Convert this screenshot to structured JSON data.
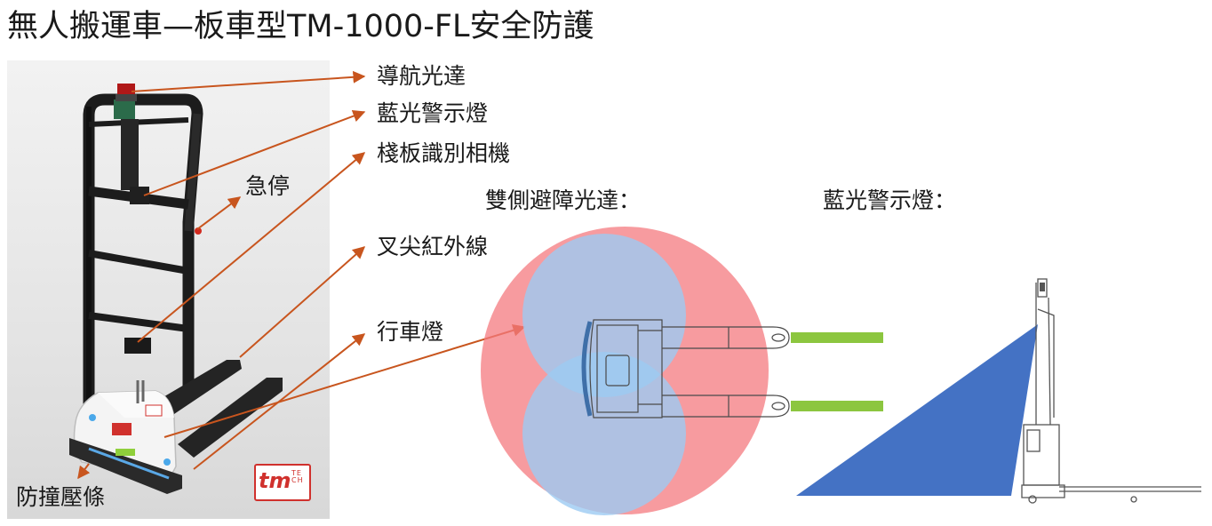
{
  "title": "無人搬運車—板車型TM-1000-FL安全防護",
  "callouts": {
    "nav_lidar": "導航光達",
    "blue_warning_light": "藍光警示燈",
    "pallet_camera": "棧板識別相機",
    "emergency_stop": "急停",
    "fork_tip_ir": "叉尖紅外線",
    "driving_light": "行車燈",
    "bumper_strip": "防撞壓條"
  },
  "section_labels": {
    "dual_lidar": "雙側避障光達：",
    "blue_light": "藍光警示燈："
  },
  "logo": {
    "main": "tm",
    "sub_top": "TE",
    "sub_bottom": "CH"
  },
  "colors": {
    "arrow": "#c8551e",
    "lidar_red_zone": "#f47a7f",
    "lidar_blue_zone": "#9ccaf2",
    "fork_ir_beam": "#8cc63f",
    "blue_light_beam": "#4472c4",
    "logo_red": "#d0312d"
  }
}
